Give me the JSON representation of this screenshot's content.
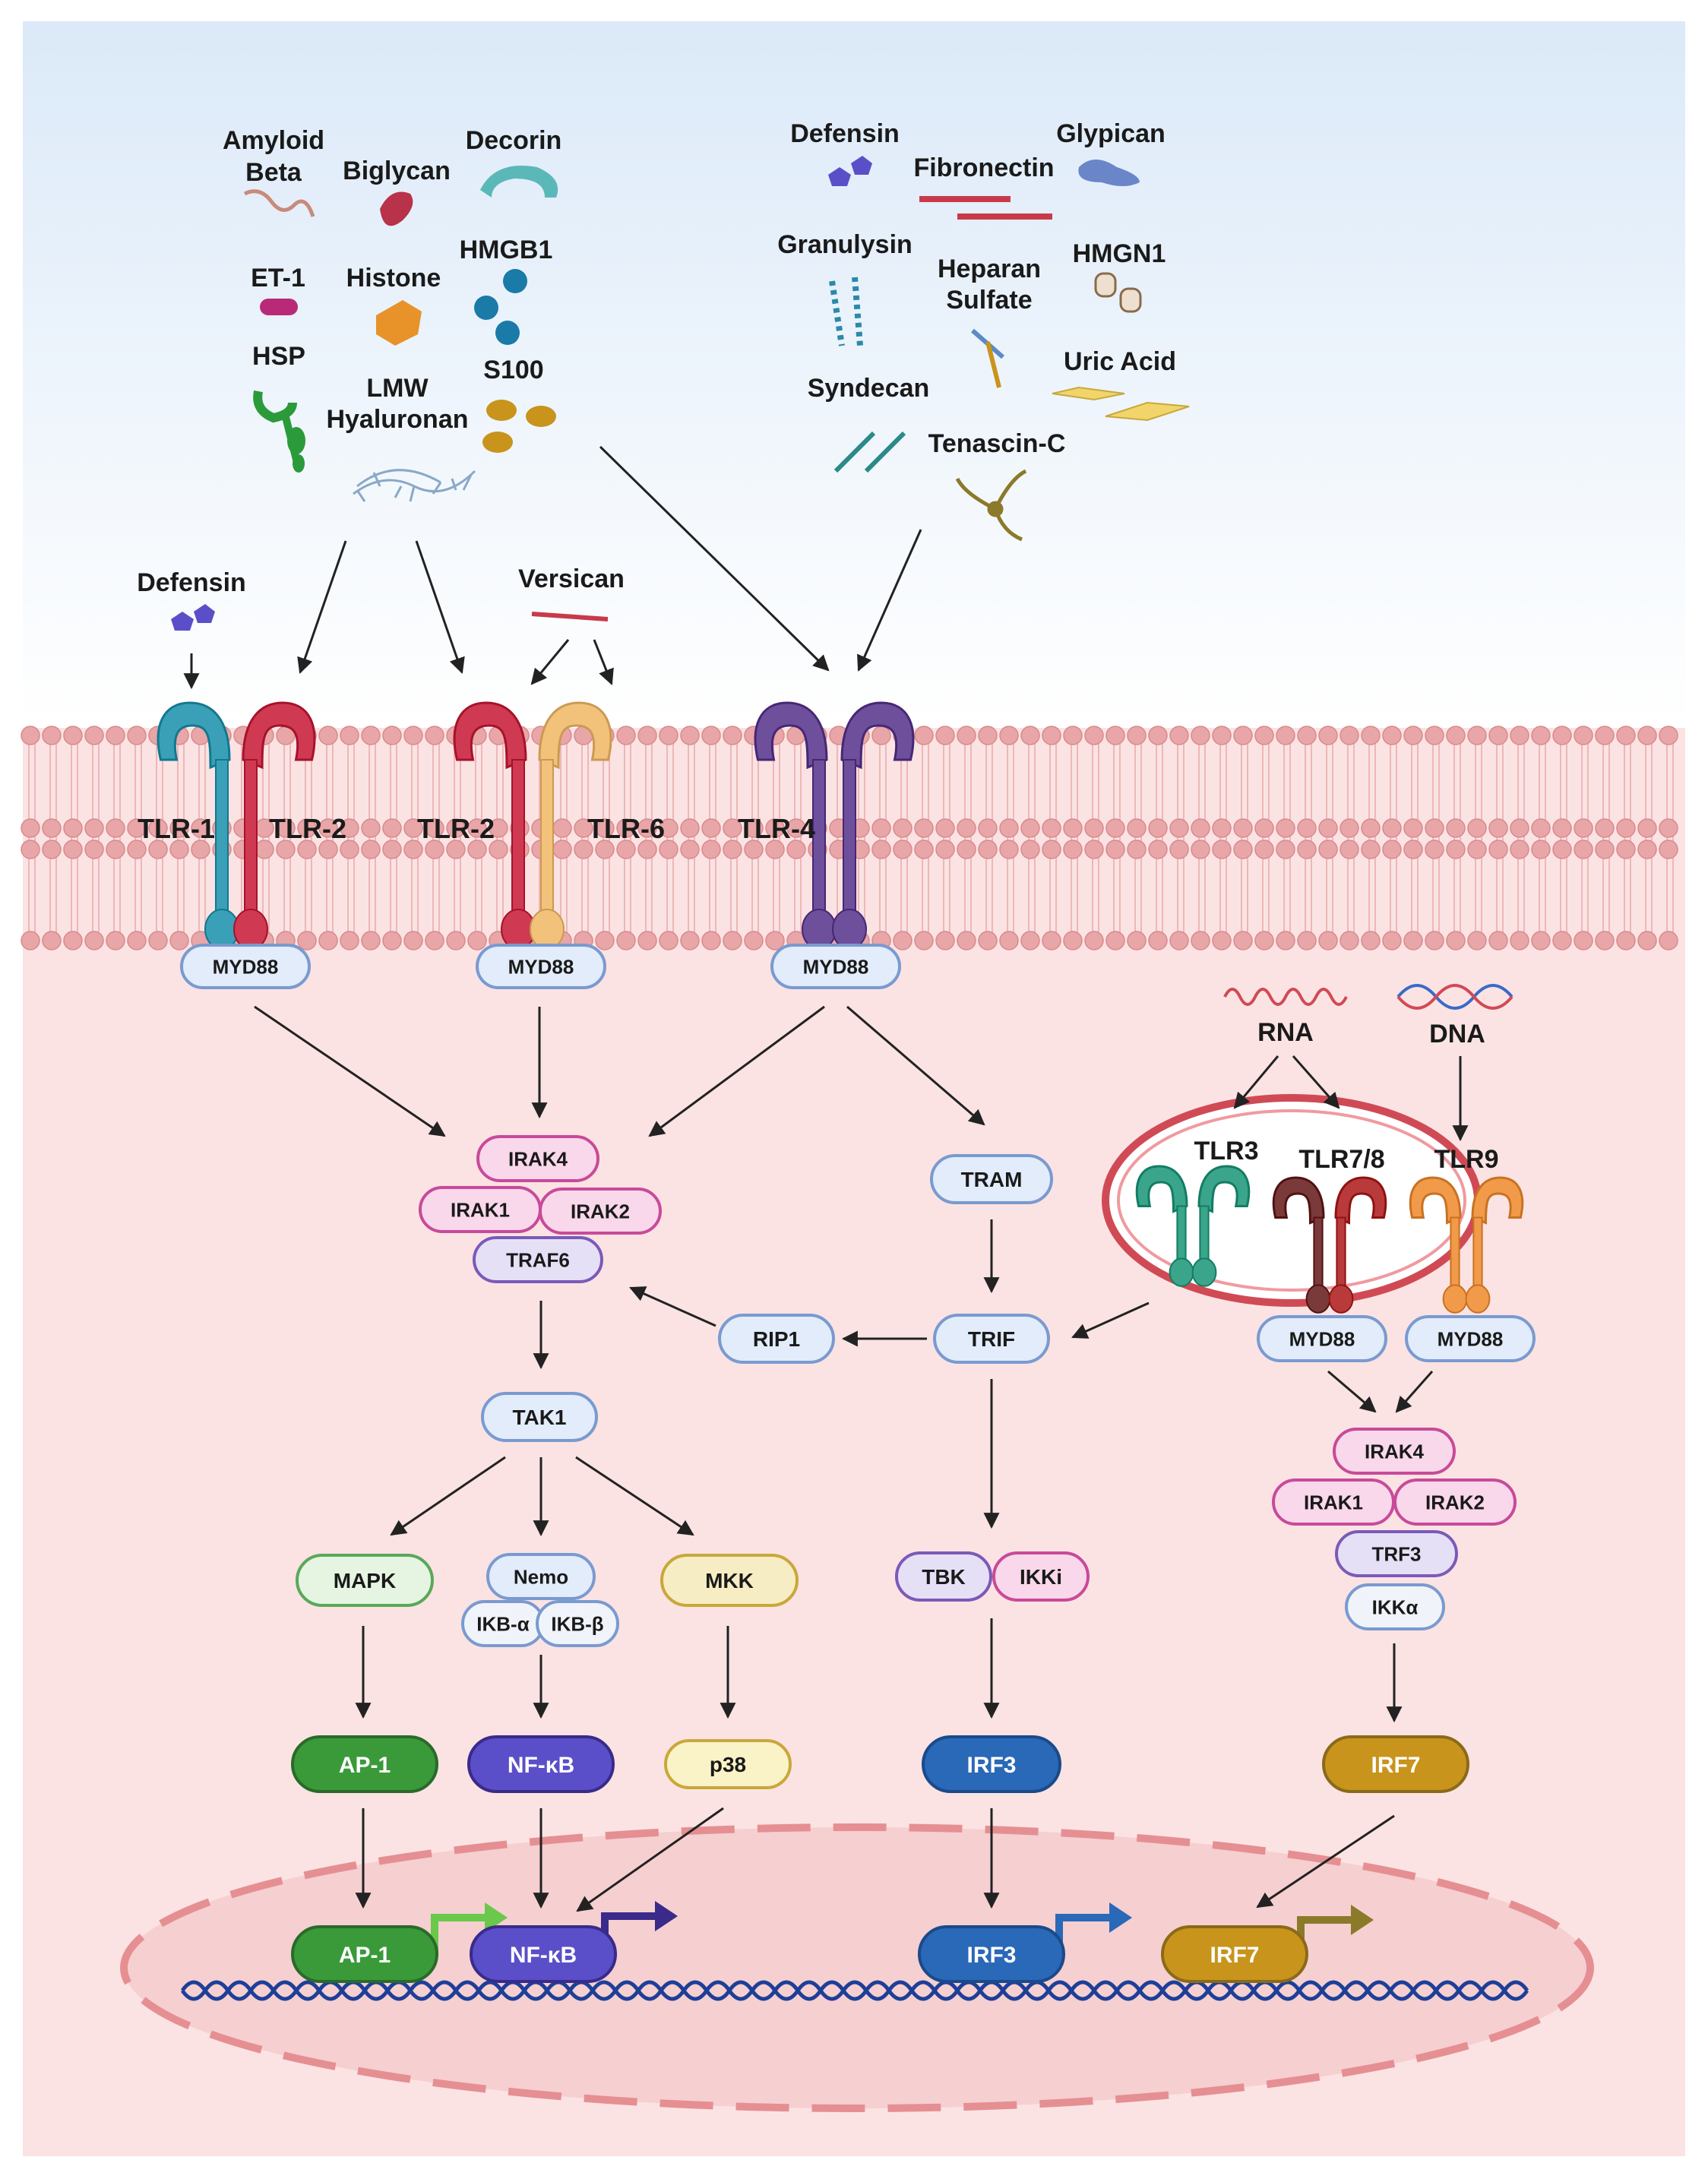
{
  "ligands_left": {
    "amyloid_beta": [
      "Amyloid",
      "Beta"
    ],
    "biglycan": "Biglycan",
    "decorin": "Decorin",
    "et1": "ET-1",
    "histone": "Histone",
    "hmgb1": "HMGB1",
    "hsp": "HSP",
    "lmw_hyaluronan": [
      "LMW",
      "Hyaluronan"
    ],
    "s100": "S100"
  },
  "ligands_right": {
    "defensin": "Defensin",
    "glypican": "Glypican",
    "fibronectin": "Fibronectin",
    "granulysin": "Granulysin",
    "heparan_sulfate": [
      "Heparan",
      "Sulfate"
    ],
    "hmgn1": "HMGN1",
    "uric_acid": "Uric Acid",
    "syndecan": "Syndecan",
    "tenascin_c": "Tenascin-C"
  },
  "membrane_ligands": {
    "defensin": "Defensin",
    "versican": "Versican"
  },
  "receptors": {
    "tlr1": "TLR-1",
    "tlr2a": "TLR-2",
    "tlr2b": "TLR-2",
    "tlr6": "TLR-6",
    "tlr4": "TLR-4",
    "tlr3": "TLR3",
    "tlr78": "TLR7/8",
    "tlr9": "TLR9"
  },
  "nucleic": {
    "rna": "RNA",
    "dna": "DNA"
  },
  "adaptors": {
    "myd88": "MYD88",
    "tram": "TRAM",
    "trif": "TRIF",
    "rip1": "RIP1"
  },
  "complex_left": {
    "irak4": "IRAK4",
    "irak1": "IRAK1",
    "irak2": "IRAK2",
    "traf6": "TRAF6"
  },
  "complex_right": {
    "irak4": "IRAK4",
    "irak1": "IRAK1",
    "irak2": "IRAK2",
    "trf3": "TRF3",
    "ikka": "IKKα"
  },
  "kinases": {
    "tak1": "TAK1",
    "mapk": "MAPK",
    "nemo": "Nemo",
    "ikb_a": "IKB-α",
    "ikb_b": "IKB-β",
    "mkk": "MKK",
    "tbk": "TBK",
    "ikki": "IKKi"
  },
  "transcription_factors": {
    "ap1": "AP-1",
    "nfkb": "NF-κB",
    "p38": "p38",
    "irf3": "IRF3",
    "irf7": "IRF7"
  },
  "colors": {
    "background_top": "#e6f0fa",
    "cytoplasm": "#fbe3e3",
    "nucleus": "#f6cfd0",
    "tlr1": "#3aa0b8",
    "tlr2": "#cf3a52",
    "tlr6": "#f3c27a",
    "tlr4": "#6e4f9c",
    "tlr3": "#3aa58a",
    "tlr78": "#7a3a3a",
    "tlr9": "#f09a4a",
    "ap1": "#3a9a3a",
    "nfkb": "#5a4fc8",
    "irf3": "#2a68b8",
    "irf7": "#c8941c"
  }
}
